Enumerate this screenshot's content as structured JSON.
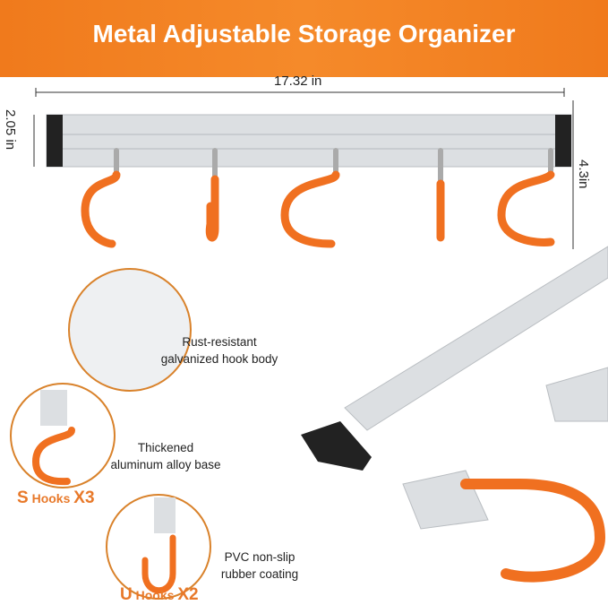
{
  "banner": {
    "title": "Metal Adjustable Storage Organizer",
    "color": "#f07a1c"
  },
  "dimensions": {
    "width": "17.32 in",
    "height": "2.05 in",
    "depth": "4.3in"
  },
  "features": [
    {
      "text_line1": "Rust-resistant",
      "text_line2": "galvanized hook body"
    },
    {
      "text_line1": "Thickened",
      "text_line2": "aluminum alloy base"
    },
    {
      "text_line1": "PVC non-slip",
      "text_line2": "rubber coating"
    }
  ],
  "hooks": [
    {
      "letter": "S",
      "word": "Hooks",
      "count": "X3"
    },
    {
      "letter": "U",
      "word": "Hooks",
      "count": "X2"
    }
  ],
  "colors": {
    "accent": "#f07a1c",
    "hook_orange": "#f07020",
    "metal": "#d6d9dc"
  }
}
